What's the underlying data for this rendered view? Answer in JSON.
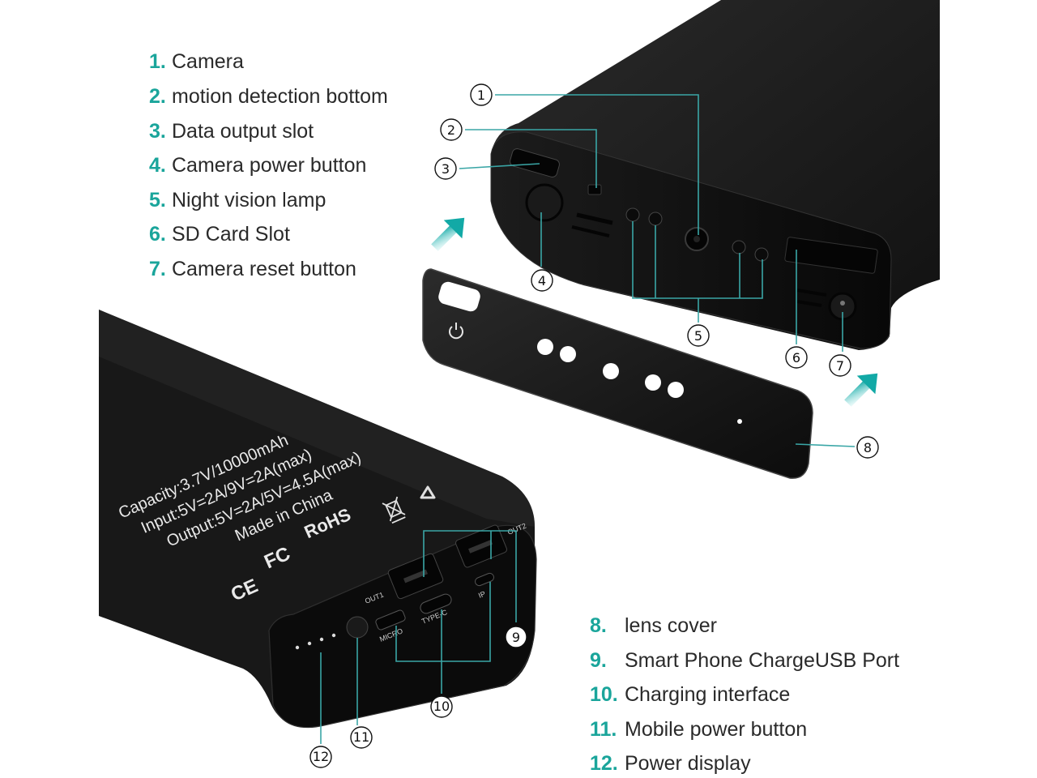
{
  "legend_top": [
    {
      "num": "1.",
      "label": "Camera"
    },
    {
      "num": "2.",
      "label": "motion detection bottom"
    },
    {
      "num": "3.",
      "label": "Data output slot"
    },
    {
      "num": "4.",
      "label": "Camera power button"
    },
    {
      "num": "5.",
      "label": "Night vision lamp"
    },
    {
      "num": "6.",
      "label": "SD Card Slot"
    },
    {
      "num": "7.",
      "label": "Camera reset button"
    }
  ],
  "legend_bottom": [
    {
      "num": "8.",
      "label": "lens cover"
    },
    {
      "num": "9.",
      "label": "Smart Phone ChargeUSB Port"
    },
    {
      "num": "10.",
      "label": "Charging interface"
    },
    {
      "num": "11.",
      "label": "Mobile power button"
    },
    {
      "num": "12.",
      "label": "Power display"
    }
  ],
  "callouts": [
    "1",
    "2",
    "3",
    "4",
    "5",
    "6",
    "7",
    "8",
    "9",
    "10",
    "11",
    "12"
  ],
  "device_print": {
    "capacity": "Capacity:3.7V/10000mAh",
    "input": "Input:5V=2A/9V=2A(max)",
    "output": "Output:5V=2A/5V=4.5A(max)",
    "origin": "Made in China",
    "rohs": "RoHS",
    "fc": "FC",
    "ce": "CE",
    "out1": "OUT1",
    "out2": "OUT2",
    "micro": "MICRO",
    "typec": "TYPE-C",
    "ip": "IP"
  },
  "colors": {
    "accent": "#1aa59b",
    "device": "#151515",
    "leader": "#3aa6a6"
  },
  "icons": [
    "power-icon",
    "recycle-icon",
    "weee-bin-icon",
    "arrow-up-right-icon"
  ]
}
